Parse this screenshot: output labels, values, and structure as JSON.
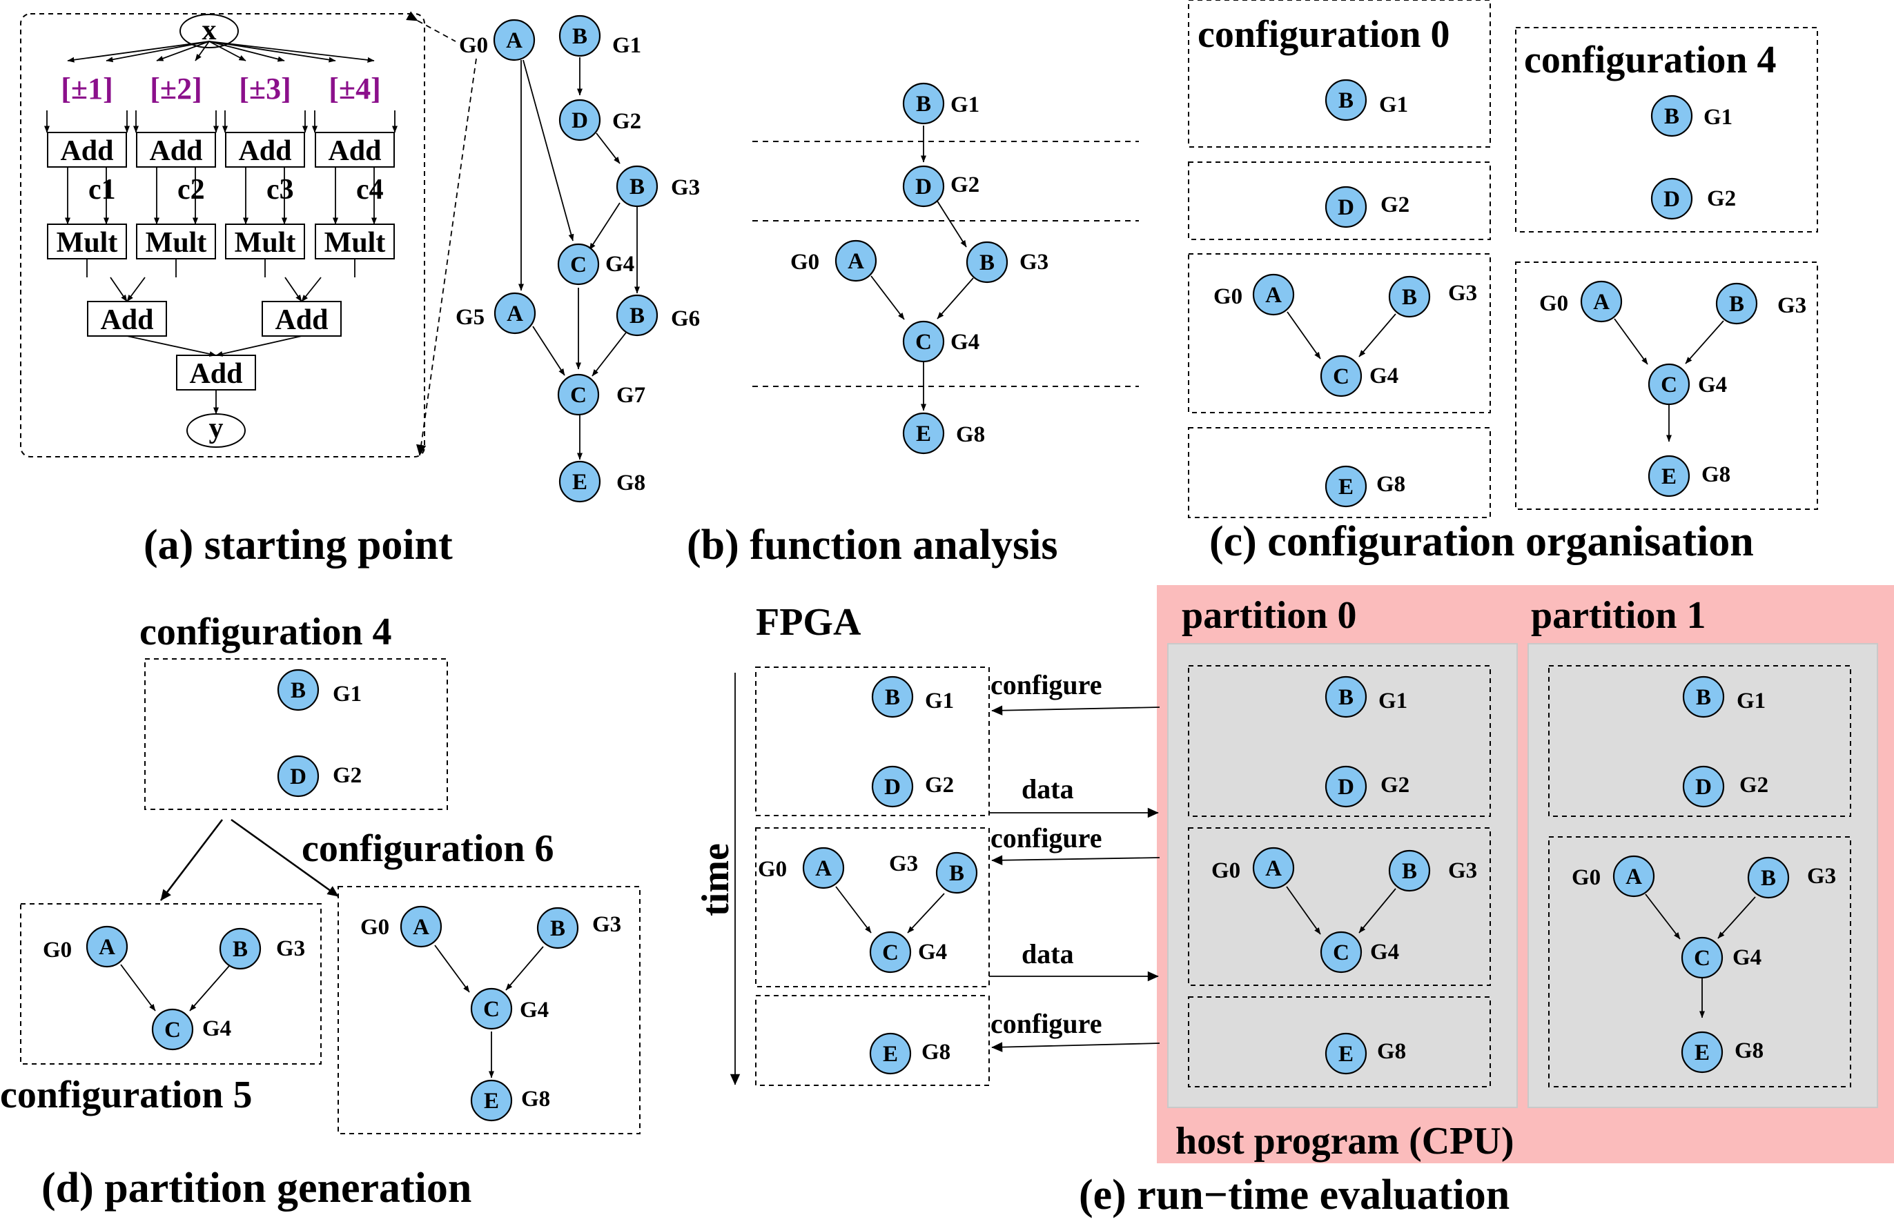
{
  "captions": {
    "a": "(a) starting point",
    "b": "(b) function analysis",
    "c": "(c) configuration organisation",
    "d": "(d) partition generation",
    "e": "(e) run−time evaluation"
  },
  "dataflow": {
    "input": "x",
    "output": "y",
    "params": [
      "[±1]",
      "[±2]",
      "[±3]",
      "[±4]"
    ],
    "add": "Add",
    "mult": "Mult",
    "constants": [
      "c1",
      "c2",
      "c3",
      "c4"
    ]
  },
  "configs": {
    "c0": "configuration 0",
    "c4": "configuration 4",
    "c5": "configuration 5",
    "c6": "configuration 6"
  },
  "runtime": {
    "fpga": "FPGA",
    "time": "time",
    "configure": "configure",
    "data": "data",
    "partition0": "partition 0",
    "partition1": "partition 1",
    "host": "host program (CPU)"
  },
  "nodes": [
    {
      "l": "A",
      "g": "G0"
    },
    {
      "l": "B",
      "g": "G1"
    },
    {
      "l": "D",
      "g": "G2"
    },
    {
      "l": "B",
      "g": "G3"
    },
    {
      "l": "C",
      "g": "G4"
    },
    {
      "l": "A",
      "g": "G5"
    },
    {
      "l": "B",
      "g": "G6"
    },
    {
      "l": "C",
      "g": "G7"
    },
    {
      "l": "E",
      "g": "G8"
    },
    {
      "l": "B",
      "g": "G1"
    },
    {
      "l": "D",
      "g": "G2"
    },
    {
      "l": "A",
      "g": "G0"
    },
    {
      "l": "B",
      "g": "G3"
    },
    {
      "l": "C",
      "g": "G4"
    },
    {
      "l": "E",
      "g": "G8"
    },
    {
      "l": "B",
      "g": "G1"
    },
    {
      "l": "D",
      "g": "G2"
    },
    {
      "l": "A",
      "g": "G0"
    },
    {
      "l": "B",
      "g": "G3"
    },
    {
      "l": "C",
      "g": "G4"
    },
    {
      "l": "E",
      "g": "G8"
    },
    {
      "l": "B",
      "g": "G1"
    },
    {
      "l": "D",
      "g": "G2"
    },
    {
      "l": "A",
      "g": "G0"
    },
    {
      "l": "B",
      "g": "G3"
    },
    {
      "l": "C",
      "g": "G4"
    },
    {
      "l": "E",
      "g": "G8"
    },
    {
      "l": "B",
      "g": "G1"
    },
    {
      "l": "D",
      "g": "G2"
    },
    {
      "l": "A",
      "g": "G0"
    },
    {
      "l": "B",
      "g": "G3"
    },
    {
      "l": "C",
      "g": "G4"
    },
    {
      "l": "A",
      "g": "G0"
    },
    {
      "l": "B",
      "g": "G3"
    },
    {
      "l": "C",
      "g": "G4"
    },
    {
      "l": "E",
      "g": "G8"
    },
    {
      "l": "B",
      "g": "G1"
    },
    {
      "l": "D",
      "g": "G2"
    },
    {
      "l": "A",
      "g": "G0"
    },
    {
      "l": "B",
      "g": "G3"
    },
    {
      "l": "C",
      "g": "G4"
    },
    {
      "l": "E",
      "g": "G8"
    },
    {
      "l": "B",
      "g": "G1"
    },
    {
      "l": "D",
      "g": "G2"
    },
    {
      "l": "A",
      "g": "G0"
    },
    {
      "l": "B",
      "g": "G3"
    },
    {
      "l": "C",
      "g": "G4"
    },
    {
      "l": "E",
      "g": "G8"
    },
    {
      "l": "B",
      "g": "G1"
    },
    {
      "l": "D",
      "g": "G2"
    },
    {
      "l": "A",
      "g": "G0"
    },
    {
      "l": "B",
      "g": "G3"
    },
    {
      "l": "C",
      "g": "G4"
    },
    {
      "l": "E",
      "g": "G8"
    }
  ]
}
